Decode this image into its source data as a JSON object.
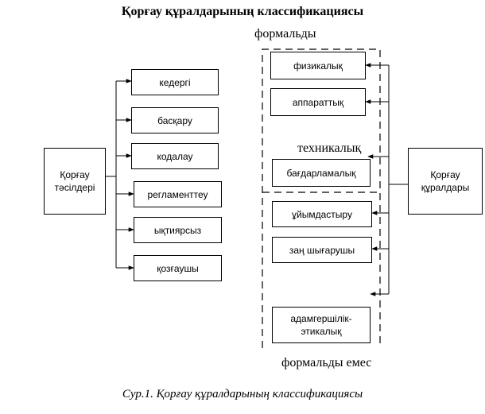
{
  "title": "Қорғау құралдарының классификациясы",
  "caption": "Сур.1. Қорғау құралдарының классификациясы",
  "left_group": {
    "source": "Қорғау тәсілдері",
    "items": [
      "кедергі",
      "басқару",
      "кодалау",
      "регламенттеу",
      "ықтиярсыз",
      "қозғаушы"
    ]
  },
  "right_group": {
    "source": "Қорғау құралдары",
    "formal_label": "формальды",
    "technical_label": "техникалық",
    "informal_label": "формальды емес",
    "items": [
      "физикалық",
      "аппараттық",
      "бағдарламалық",
      "ұйымдастыру",
      "заң шығарушы",
      "адамгершілік-этикалық"
    ]
  }
}
